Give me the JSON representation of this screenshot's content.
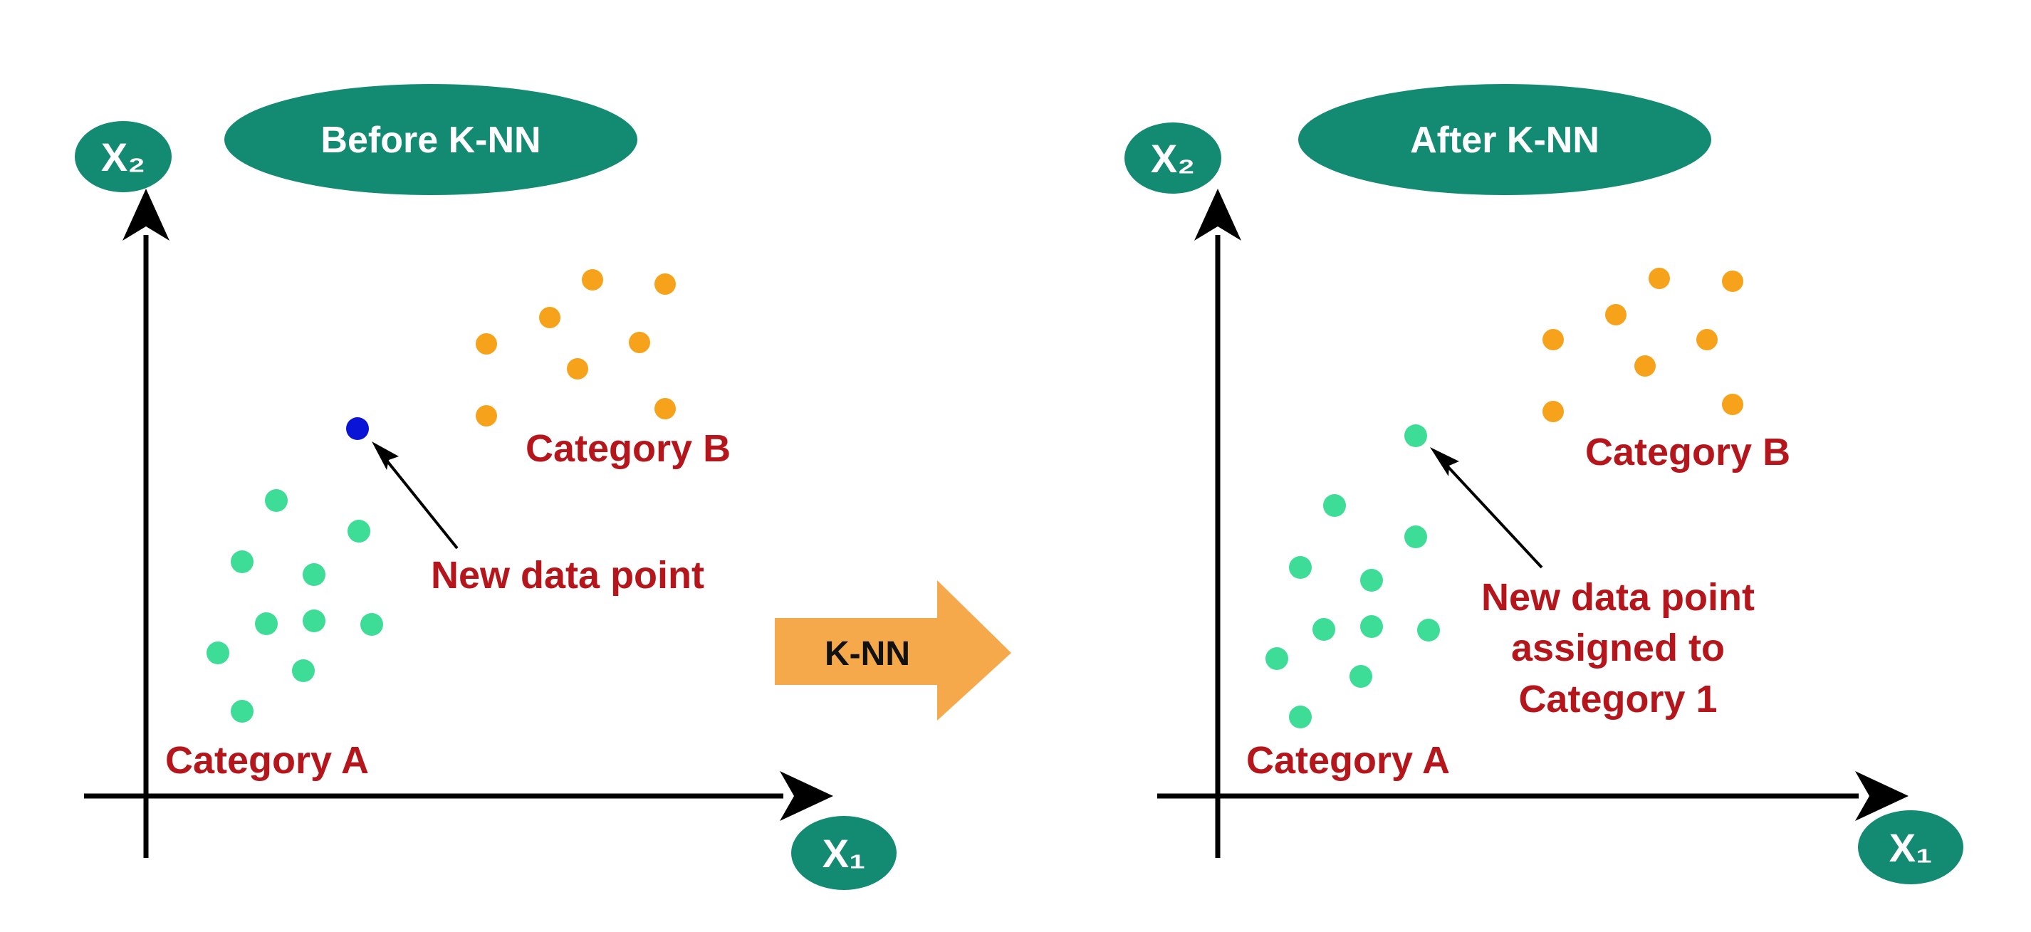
{
  "colors": {
    "teal_badge": "#138a72",
    "badge_text": "#ffffff",
    "category_a": "#3ddc97",
    "category_b": "#f7a21b",
    "new_point_before": "#0a14d6",
    "label_red": "#b5161c",
    "axis": "#000000",
    "big_arrow": "#f6a94b",
    "big_arrow_text": "#111111"
  },
  "left_panel": {
    "title": "Before K-NN",
    "y_axis_label": "X₂",
    "x_axis_label": "X₁",
    "category_a_label": "Category A",
    "category_b_label": "Category B",
    "new_point_label": "New data point"
  },
  "center": {
    "arrow_label": "K-NN"
  },
  "right_panel": {
    "title": "After K-NN",
    "y_axis_label": "X₂",
    "x_axis_label": "X₁",
    "category_a_label": "Category A",
    "category_b_label": "Category B",
    "new_point_label_lines": [
      "New data point",
      "assigned to",
      "Category 1"
    ]
  },
  "icons": {
    "axis_arrowheads": "arrowhead-icon",
    "transition": "right-arrow-icon"
  }
}
